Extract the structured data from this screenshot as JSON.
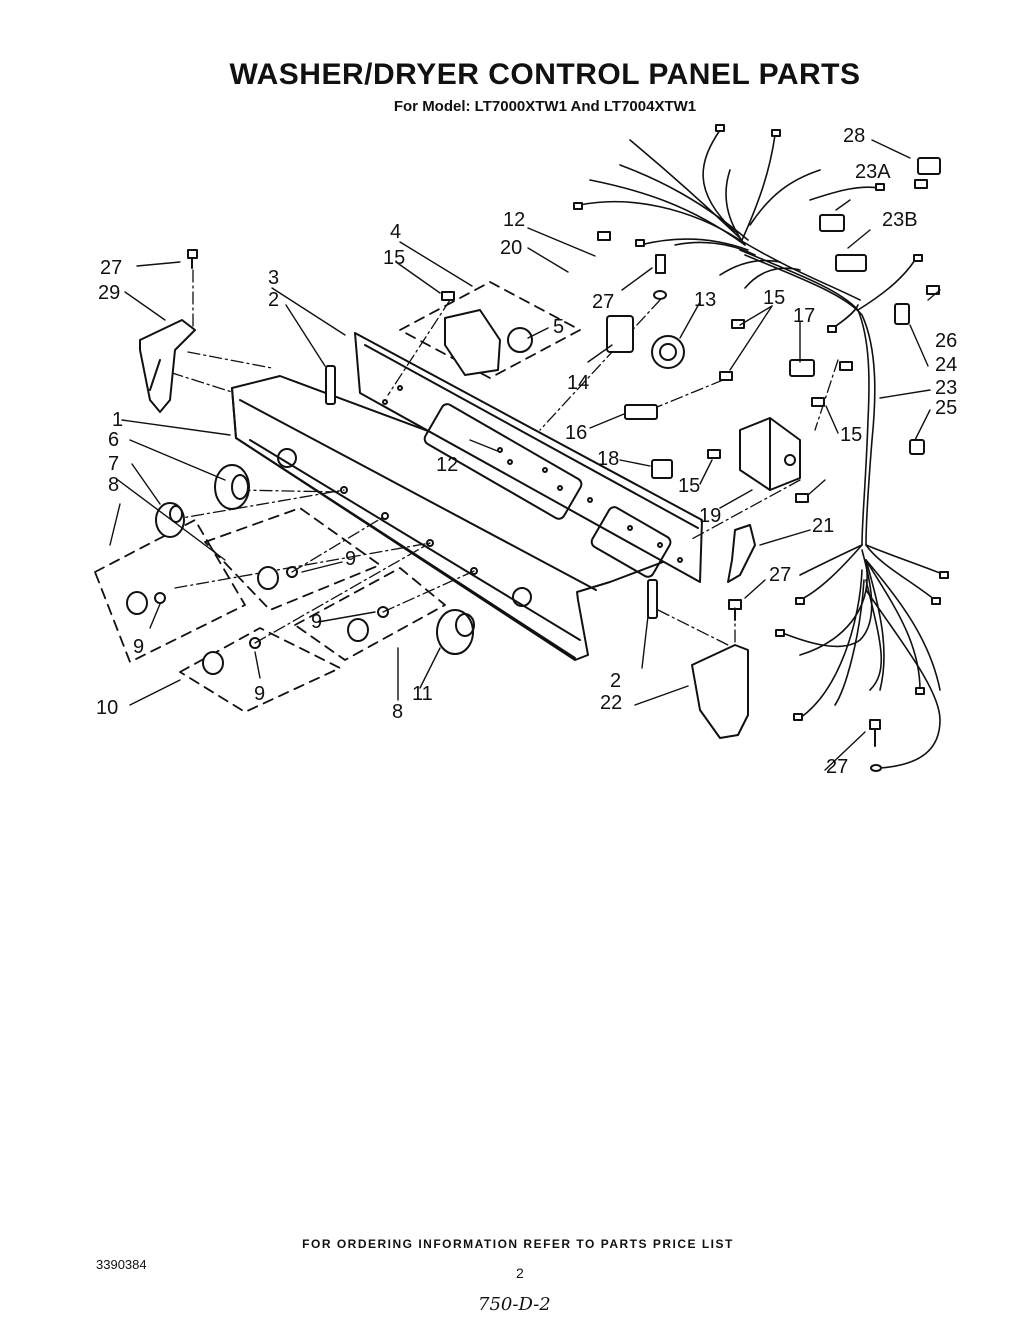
{
  "title": "WASHER/DRYER CONTROL PANEL PARTS",
  "subtitle": "For Model: LT7000XTW1 And LT7004XTW1",
  "footer_note": "FOR ORDERING INFORMATION REFER TO PARTS PRICE LIST",
  "doc_number": "3390384",
  "page_number": "2",
  "handwritten_code": "750-D-2",
  "callouts": [
    {
      "id": "c-28",
      "text": "28"
    },
    {
      "id": "c-23a",
      "text": "23A"
    },
    {
      "id": "c-23b",
      "text": "23B"
    },
    {
      "id": "c-12a",
      "text": "12"
    },
    {
      "id": "c-20",
      "text": "20"
    },
    {
      "id": "c-4",
      "text": "4"
    },
    {
      "id": "c-15a",
      "text": "15"
    },
    {
      "id": "c-27a",
      "text": "27"
    },
    {
      "id": "c-29",
      "text": "29"
    },
    {
      "id": "c-3",
      "text": "3"
    },
    {
      "id": "c-2a",
      "text": "2"
    },
    {
      "id": "c-27b",
      "text": "27"
    },
    {
      "id": "c-13",
      "text": "13"
    },
    {
      "id": "c-15b",
      "text": "15"
    },
    {
      "id": "c-5",
      "text": "5"
    },
    {
      "id": "c-26",
      "text": "26"
    },
    {
      "id": "c-24",
      "text": "24"
    },
    {
      "id": "c-17",
      "text": "17"
    },
    {
      "id": "c-14",
      "text": "14"
    },
    {
      "id": "c-23",
      "text": "23"
    },
    {
      "id": "c-25",
      "text": "25"
    },
    {
      "id": "c-1",
      "text": "1"
    },
    {
      "id": "c-16",
      "text": "16"
    },
    {
      "id": "c-15c",
      "text": "15"
    },
    {
      "id": "c-6",
      "text": "6"
    },
    {
      "id": "c-12b",
      "text": "12"
    },
    {
      "id": "c-18",
      "text": "18"
    },
    {
      "id": "c-15d",
      "text": "15"
    },
    {
      "id": "c-7",
      "text": "7"
    },
    {
      "id": "c-8a",
      "text": "8"
    },
    {
      "id": "c-19",
      "text": "19"
    },
    {
      "id": "c-21",
      "text": "21"
    },
    {
      "id": "c-9a",
      "text": "9"
    },
    {
      "id": "c-27c",
      "text": "27"
    },
    {
      "id": "c-9b",
      "text": "9"
    },
    {
      "id": "c-9c",
      "text": "9"
    },
    {
      "id": "c-9d",
      "text": "9"
    },
    {
      "id": "c-2b",
      "text": "2"
    },
    {
      "id": "c-22",
      "text": "22"
    },
    {
      "id": "c-10",
      "text": "10"
    },
    {
      "id": "c-11",
      "text": "11"
    },
    {
      "id": "c-8b",
      "text": "8"
    },
    {
      "id": "c-27d",
      "text": "27"
    }
  ]
}
